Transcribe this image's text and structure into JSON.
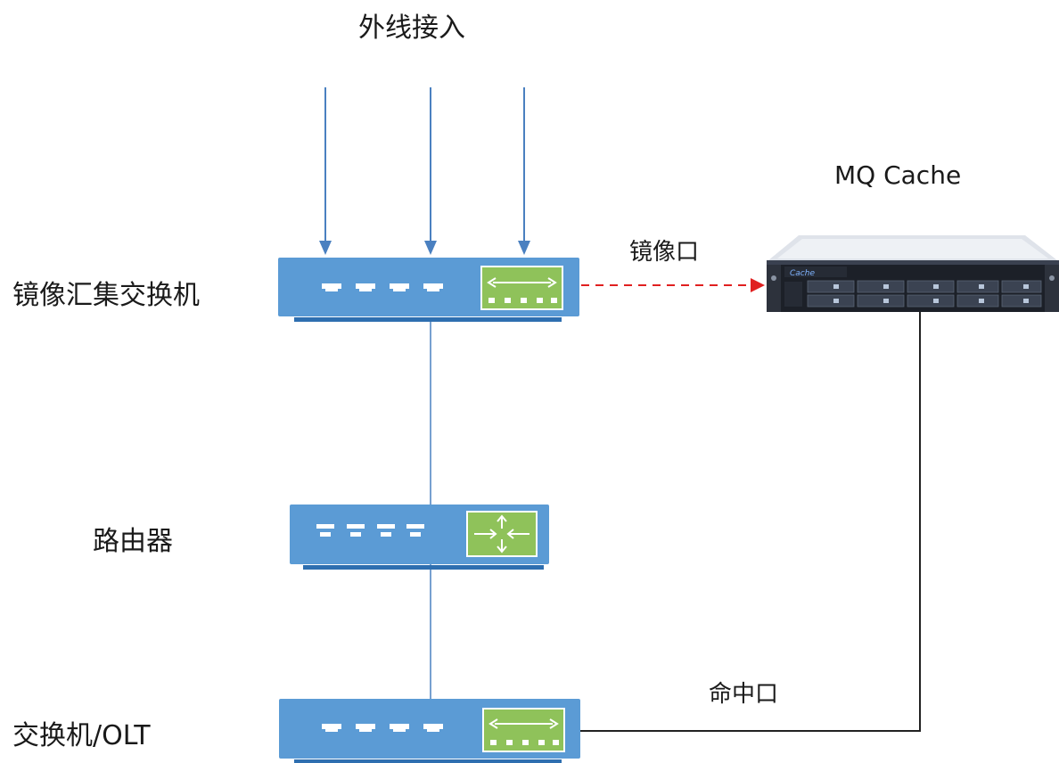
{
  "diagram": {
    "title": "外线接入",
    "nodes": {
      "mirror_switch": {
        "label": "镜像汇集交换机"
      },
      "router": {
        "label": "路由器"
      },
      "olt_switch": {
        "label": "交换机/OLT"
      },
      "cache_server": {
        "label": "MQ Cache",
        "brand": "Cache"
      }
    },
    "edges": {
      "mirror_port": {
        "label": "镜像口"
      },
      "hit_port": {
        "label": "命中口"
      }
    },
    "colors": {
      "device_blue": "#5b9bd5",
      "device_shadow": "#2e6fb0",
      "module_green": "#8fc25a",
      "arrow_blue": "#4a80c0",
      "mirror_red": "#e02020",
      "line_black": "#222222"
    }
  }
}
